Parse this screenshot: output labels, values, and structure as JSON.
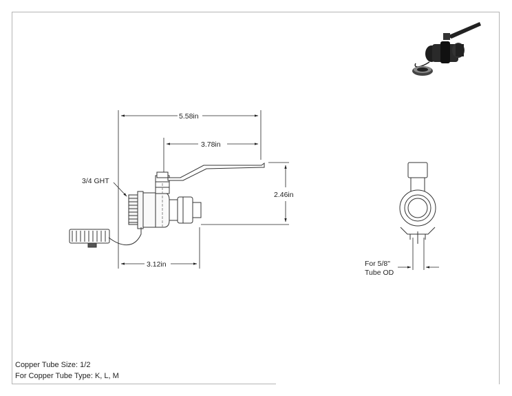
{
  "dimensions": {
    "overall_length": "5.58in",
    "handle_length": "3.78in",
    "height": "2.46in",
    "thread_to_press": "3.12in"
  },
  "labels": {
    "thread_callout": "3/4 GHT",
    "tube_od_line1": "For 5/8\"",
    "tube_od_line2": "Tube OD"
  },
  "notes": {
    "tube_size": "Copper Tube Size: 1/2",
    "tube_type": "For Copper Tube Type: K, L, M"
  }
}
